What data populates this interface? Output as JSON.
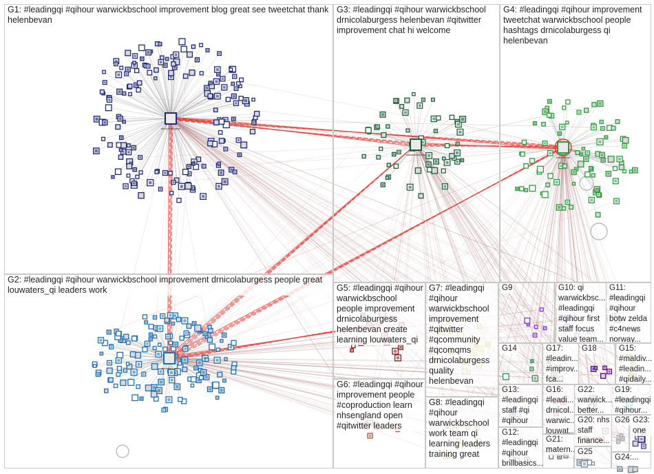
{
  "graph": {
    "groups": [
      {
        "id": "G1",
        "label": "G1: #leadingqi #qihour warwickbschool improvement blog great see tweetchat thank helenbevan",
        "color": "#1e2a78"
      },
      {
        "id": "G2",
        "label": "G2: #leadingqi #qihour warwickbschool improvement drnicolaburgess people great louwaters_qi leaders work",
        "color": "#1f6fb5"
      },
      {
        "id": "G3",
        "label": "G3: #leadingqi #qihour warwickbschool drnicolaburgess helenbevan #qitwitter improvement chat hi welcome",
        "color": "#1f5f3a"
      },
      {
        "id": "G4",
        "label": "G4: #leadingqi #qihour improvement tweetchat warwickbschool people hashtags drnicolaburgess qi helenbevan",
        "color": "#2e9a3c"
      },
      {
        "id": "G5",
        "label": "G5: #leadingqi #qihour warwickbschool people improvement drnicolaburgess helenbevan create learning louwaters_qi",
        "color": "#8b1a1a"
      },
      {
        "id": "G6",
        "label": "G6: #leadingqi #qihour improvement people #coproduction learn nhsengland open #qitwitter leaders",
        "color": "#a0522d"
      },
      {
        "id": "G7",
        "label": "G7: #leadingqi #qihour warwickbschool improvement #qitwitter #qcommunity #qcomqms drnicolaburgess quality helenbevan",
        "color": "#b8a200"
      },
      {
        "id": "G8",
        "label": "G8: #leadingqi #qihour warwickbschool work team qi learning leaders training great",
        "color": "#c07800"
      },
      {
        "id": "G9",
        "label": "G9",
        "color": "#8a2be2"
      },
      {
        "id": "G10",
        "label": "G10: qi warwickbsc... #leadingqi #qihour first staff focus value team...",
        "color": "#6a5acd"
      },
      {
        "id": "G11",
        "label": "G11: #leadingqi #qihour botw zelda #c4news norway...",
        "color": "#7b3f9e"
      },
      {
        "id": "G12",
        "label": "G12: #leadingqi #qihour brillbasics...",
        "color": "#5c5c5c"
      },
      {
        "id": "G13",
        "label": "G13: #leadingqi staff #qi #qihour",
        "color": "#4682b4"
      },
      {
        "id": "G14",
        "label": "G14",
        "color": "#2e8b57"
      },
      {
        "id": "G15",
        "label": "G15: #maldiv... #leadin... #qidaily...",
        "color": "#808000"
      },
      {
        "id": "G16",
        "label": "G16: #leadi... drnicol... warwic... louwat...",
        "color": "#b22222"
      },
      {
        "id": "G17",
        "label": "G17: #leadin... #improv... fca...",
        "color": "#556b2f"
      },
      {
        "id": "G18",
        "label": "G18",
        "color": "#4b0082"
      },
      {
        "id": "G19",
        "label": "G19: #leadingqi #qihour...",
        "color": "#008b8b"
      },
      {
        "id": "G20",
        "label": "G20: nhs staff finance...",
        "color": "#8b4513"
      },
      {
        "id": "G21",
        "label": "G21: matern...",
        "color": "#696969"
      },
      {
        "id": "G22",
        "label": "G22: warwick... better...",
        "color": "#2f4f4f"
      },
      {
        "id": "G23",
        "label": "G23: one",
        "color": "#483d8b"
      },
      {
        "id": "G24",
        "label": "G24:...",
        "color": "#708090"
      },
      {
        "id": "G25",
        "label": "G25",
        "color": "#778899"
      },
      {
        "id": "G26",
        "label": "G26",
        "color": "#a9a9a9"
      }
    ],
    "hubs": [
      {
        "name": "drnicolaburgess",
        "group": "G1"
      },
      {
        "name": "louwaters_qi",
        "group": "G2"
      },
      {
        "name": "warwickbschool",
        "group": "G3"
      },
      {
        "name": "helenbevan",
        "group": "G4"
      }
    ],
    "colors": {
      "edge": "#9c9c9c",
      "hub_edge": "#e8342e",
      "box_border": "#c8c8c8"
    }
  }
}
